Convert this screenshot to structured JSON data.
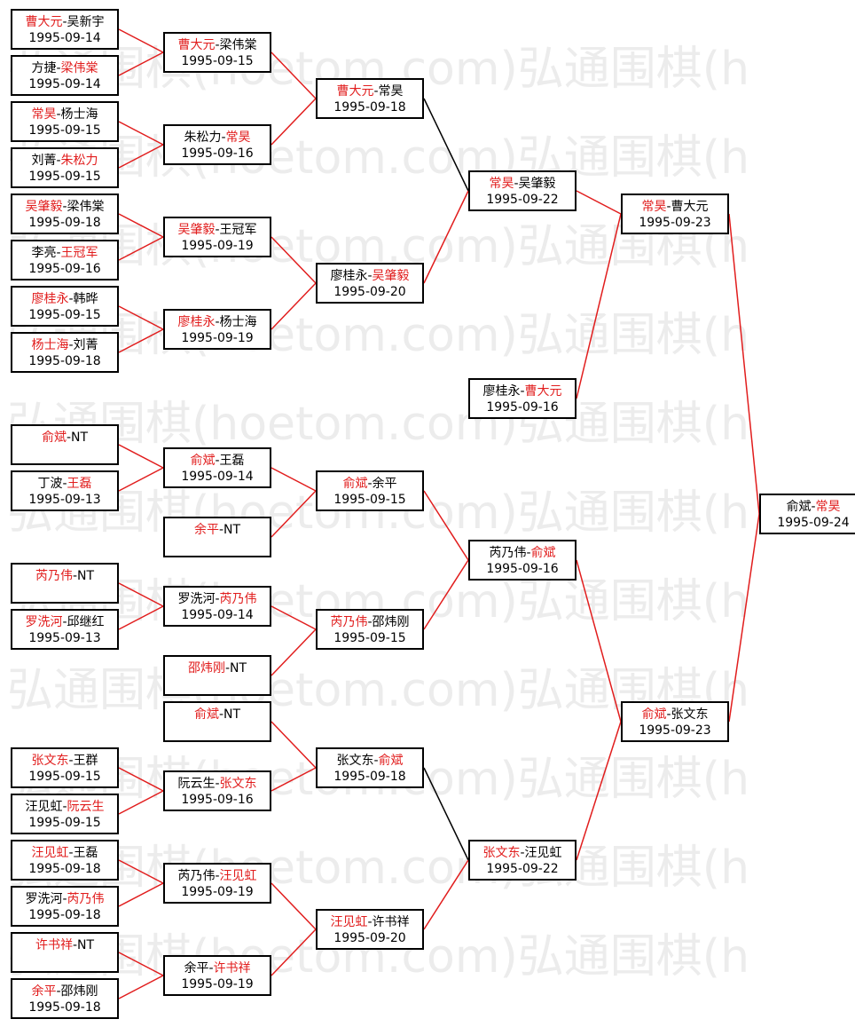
{
  "watermark": {
    "text": "弘通围棋(hoetom.com)弘通围棋(h"
  },
  "colors": {
    "winner": "#e11d1d",
    "normal": "#000000",
    "win_line": "#e11d1d",
    "lose_line": "#000000"
  },
  "matches": [
    {
      "id": "m01",
      "a": "曹大元",
      "b": "吴新宇",
      "winner": "a",
      "date": "1995-09-14"
    },
    {
      "id": "m02",
      "a": "方捷",
      "b": "梁伟棠",
      "winner": "b",
      "date": "1995-09-14"
    },
    {
      "id": "m03",
      "a": "常昊",
      "b": "杨士海",
      "winner": "a",
      "date": "1995-09-15"
    },
    {
      "id": "m04",
      "a": "刘菁",
      "b": "朱松力",
      "winner": "b",
      "date": "1995-09-15"
    },
    {
      "id": "m05",
      "a": "吴肇毅",
      "b": "梁伟棠",
      "winner": "a",
      "date": "1995-09-18"
    },
    {
      "id": "m06",
      "a": "李亮",
      "b": "王冠军",
      "winner": "b",
      "date": "1995-09-16"
    },
    {
      "id": "m07",
      "a": "廖桂永",
      "b": "韩晔",
      "winner": "a",
      "date": "1995-09-15"
    },
    {
      "id": "m08",
      "a": "杨士海",
      "b": "刘菁",
      "winner": "a",
      "date": "1995-09-18"
    },
    {
      "id": "m09",
      "a": "俞斌",
      "b": "NT",
      "winner": "a",
      "date": ""
    },
    {
      "id": "m10",
      "a": "丁波",
      "b": "王磊",
      "winner": "b",
      "date": "1995-09-13"
    },
    {
      "id": "m11",
      "a": "芮乃伟",
      "b": "NT",
      "winner": "a",
      "date": ""
    },
    {
      "id": "m12",
      "a": "罗洗河",
      "b": "邱继红",
      "winner": "a",
      "date": "1995-09-13"
    },
    {
      "id": "m13",
      "a": "张文东",
      "b": "王群",
      "winner": "a",
      "date": "1995-09-15"
    },
    {
      "id": "m14",
      "a": "汪见虹",
      "b": "阮云生",
      "winner": "b",
      "date": "1995-09-15"
    },
    {
      "id": "m15",
      "a": "汪见虹",
      "b": "王磊",
      "winner": "a",
      "date": "1995-09-18"
    },
    {
      "id": "m16",
      "a": "罗洗河",
      "b": "芮乃伟",
      "winner": "b",
      "date": "1995-09-18"
    },
    {
      "id": "m17",
      "a": "许书祥",
      "b": "NT",
      "winner": "a",
      "date": ""
    },
    {
      "id": "m18",
      "a": "余平",
      "b": "邵炜刚",
      "winner": "a",
      "date": "1995-09-18"
    },
    {
      "id": "m19",
      "a": "曹大元",
      "b": "梁伟棠",
      "winner": "a",
      "date": "1995-09-15"
    },
    {
      "id": "m20",
      "a": "朱松力",
      "b": "常昊",
      "winner": "b",
      "date": "1995-09-16"
    },
    {
      "id": "m21",
      "a": "吴肇毅",
      "b": "王冠军",
      "winner": "a",
      "date": "1995-09-19"
    },
    {
      "id": "m22",
      "a": "廖桂永",
      "b": "杨士海",
      "winner": "a",
      "date": "1995-09-19"
    },
    {
      "id": "m23",
      "a": "俞斌",
      "b": "王磊",
      "winner": "a",
      "date": "1995-09-14"
    },
    {
      "id": "m24",
      "a": "余平",
      "b": "NT",
      "winner": "a",
      "date": ""
    },
    {
      "id": "m25",
      "a": "罗洗河",
      "b": "芮乃伟",
      "winner": "b",
      "date": "1995-09-14"
    },
    {
      "id": "m26",
      "a": "邵炜刚",
      "b": "NT",
      "winner": "a",
      "date": ""
    },
    {
      "id": "m27",
      "a": "俞斌",
      "b": "NT",
      "winner": "a",
      "date": ""
    },
    {
      "id": "m28",
      "a": "阮云生",
      "b": "张文东",
      "winner": "b",
      "date": "1995-09-16"
    },
    {
      "id": "m29",
      "a": "芮乃伟",
      "b": "汪见虹",
      "winner": "b",
      "date": "1995-09-19"
    },
    {
      "id": "m30",
      "a": "余平",
      "b": "许书祥",
      "winner": "b",
      "date": "1995-09-19"
    },
    {
      "id": "m31",
      "a": "曹大元",
      "b": "常昊",
      "winner": "a",
      "date": "1995-09-18"
    },
    {
      "id": "m32",
      "a": "廖桂永",
      "b": "吴肇毅",
      "winner": "b",
      "date": "1995-09-20"
    },
    {
      "id": "m33",
      "a": "俞斌",
      "b": "余平",
      "winner": "a",
      "date": "1995-09-15"
    },
    {
      "id": "m34",
      "a": "芮乃伟",
      "b": "邵炜刚",
      "winner": "a",
      "date": "1995-09-15"
    },
    {
      "id": "m35",
      "a": "张文东",
      "b": "俞斌",
      "winner": "b",
      "date": "1995-09-18"
    },
    {
      "id": "m36",
      "a": "汪见虹",
      "b": "许书祥",
      "winner": "a",
      "date": "1995-09-20"
    },
    {
      "id": "m37",
      "a": "常昊",
      "b": "吴肇毅",
      "winner": "a",
      "date": "1995-09-22"
    },
    {
      "id": "m38",
      "a": "廖桂永",
      "b": "曹大元",
      "winner": "b",
      "date": "1995-09-16"
    },
    {
      "id": "m39",
      "a": "芮乃伟",
      "b": "俞斌",
      "winner": "b",
      "date": "1995-09-16"
    },
    {
      "id": "m40",
      "a": "张文东",
      "b": "汪见虹",
      "winner": "a",
      "date": "1995-09-22"
    },
    {
      "id": "m41",
      "a": "常昊",
      "b": "曹大元",
      "winner": "a",
      "date": "1995-09-23"
    },
    {
      "id": "m42",
      "a": "俞斌",
      "b": "张文东",
      "winner": "a",
      "date": "1995-09-23"
    },
    {
      "id": "m43",
      "a": "俞斌",
      "b": "常昊",
      "winner": "b",
      "date": "1995-09-24"
    }
  ],
  "links": [
    {
      "from": "m01",
      "to": "m19",
      "won": true
    },
    {
      "from": "m02",
      "to": "m19",
      "won": true
    },
    {
      "from": "m03",
      "to": "m20",
      "won": true
    },
    {
      "from": "m04",
      "to": "m20",
      "won": true
    },
    {
      "from": "m05",
      "to": "m21",
      "won": true
    },
    {
      "from": "m06",
      "to": "m21",
      "won": true
    },
    {
      "from": "m07",
      "to": "m22",
      "won": true
    },
    {
      "from": "m08",
      "to": "m22",
      "won": true
    },
    {
      "from": "m09",
      "to": "m23",
      "won": true
    },
    {
      "from": "m10",
      "to": "m23",
      "won": true
    },
    {
      "from": "m11",
      "to": "m25",
      "won": true
    },
    {
      "from": "m12",
      "to": "m25",
      "won": true
    },
    {
      "from": "m13",
      "to": "m28",
      "won": true
    },
    {
      "from": "m14",
      "to": "m28",
      "won": true
    },
    {
      "from": "m15",
      "to": "m29",
      "won": true
    },
    {
      "from": "m16",
      "to": "m29",
      "won": true
    },
    {
      "from": "m17",
      "to": "m30",
      "won": true
    },
    {
      "from": "m18",
      "to": "m30",
      "won": true
    },
    {
      "from": "m19",
      "to": "m31",
      "won": true
    },
    {
      "from": "m20",
      "to": "m31",
      "won": true
    },
    {
      "from": "m21",
      "to": "m32",
      "won": true
    },
    {
      "from": "m22",
      "to": "m32",
      "won": true
    },
    {
      "from": "m23",
      "to": "m33",
      "won": true
    },
    {
      "from": "m24",
      "to": "m33",
      "won": true
    },
    {
      "from": "m25",
      "to": "m34",
      "won": true
    },
    {
      "from": "m26",
      "to": "m34",
      "won": true
    },
    {
      "from": "m27",
      "to": "m35",
      "won": true
    },
    {
      "from": "m28",
      "to": "m35",
      "won": true
    },
    {
      "from": "m29",
      "to": "m36",
      "won": true
    },
    {
      "from": "m30",
      "to": "m36",
      "won": true
    },
    {
      "from": "m31",
      "to": "m37",
      "won": false
    },
    {
      "from": "m32",
      "to": "m37",
      "won": true
    },
    {
      "from": "m33",
      "to": "m39",
      "won": true
    },
    {
      "from": "m34",
      "to": "m39",
      "won": true
    },
    {
      "from": "m35",
      "to": "m40",
      "won": false
    },
    {
      "from": "m36",
      "to": "m40",
      "won": true
    },
    {
      "from": "m37",
      "to": "m41",
      "won": true
    },
    {
      "from": "m38",
      "to": "m41",
      "won": true
    },
    {
      "from": "m39",
      "to": "m42",
      "won": true
    },
    {
      "from": "m40",
      "to": "m42",
      "won": true
    },
    {
      "from": "m41",
      "to": "m43",
      "won": true
    },
    {
      "from": "m42",
      "to": "m43",
      "won": true
    }
  ]
}
